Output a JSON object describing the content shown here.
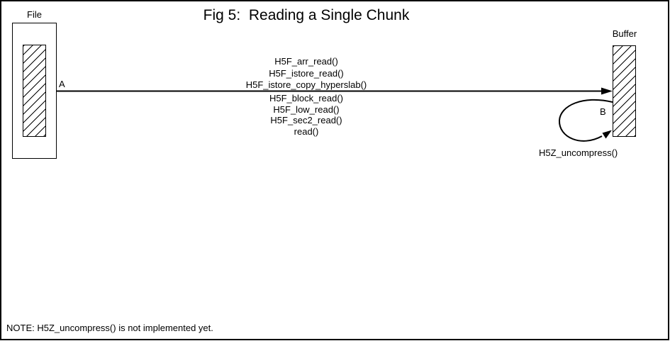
{
  "title": "Fig 5:  Reading a Single Chunk",
  "file": {
    "label": "File"
  },
  "buffer": {
    "label": "Buffer"
  },
  "points": {
    "a": "A",
    "b": "B"
  },
  "call_stack": {
    "above": [
      "H5F_arr_read()",
      "H5F_istore_read()",
      "H5F_istore_copy_hyperslab()"
    ],
    "below": [
      "H5F_block_read()",
      "H5F_low_read()",
      "H5F_sec2_read()",
      "read()"
    ]
  },
  "loop": {
    "label": "H5Z_uncompress()"
  },
  "note": "NOTE: H5Z_uncompress() is not implemented yet.",
  "colors": {
    "ink": "#000000",
    "background": "#ffffff"
  }
}
